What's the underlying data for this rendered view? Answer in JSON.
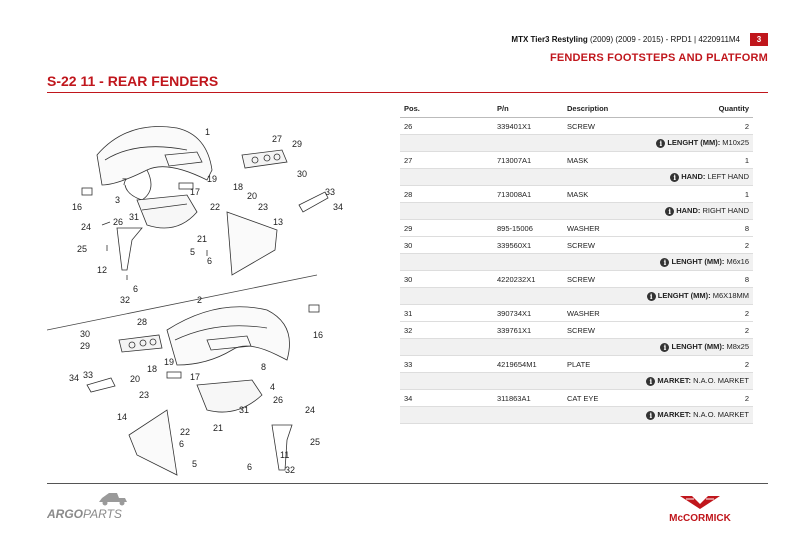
{
  "header": {
    "model_bold": "MTX Tier3 Restyling",
    "model_rest": "(2009) (2009 - 2015)  - RPD1 |  4220911M4",
    "page_number": "3",
    "section_title": "FENDERS FOOTSTEPS AND PLATFORM",
    "group_title": "S-22 11 -  REAR FENDERS"
  },
  "table": {
    "headers": {
      "pos": "Pos.",
      "pn": "P/n",
      "desc": "Description",
      "qty": "Quantity"
    },
    "rows": [
      {
        "pos": "26",
        "pn": "339401X1",
        "desc": "SCREW",
        "qty": "2",
        "note_label": "LENGHT (MM):",
        "note_value": " M10x25"
      },
      {
        "pos": "27",
        "pn": "713007A1",
        "desc": "MASK",
        "qty": "1",
        "note_label": "HAND:",
        "note_value": " LEFT HAND"
      },
      {
        "pos": "28",
        "pn": "713008A1",
        "desc": "MASK",
        "qty": "1",
        "note_label": "HAND:",
        "note_value": " RIGHT HAND"
      },
      {
        "pos": "29",
        "pn": "895-15006",
        "desc": "WASHER",
        "qty": "8"
      },
      {
        "pos": "30",
        "pn": "339560X1",
        "desc": "SCREW",
        "qty": "2",
        "note_label": "LENGHT (MM):",
        "note_value": " M6x16"
      },
      {
        "pos": "30",
        "pn": "4220232X1",
        "desc": "SCREW",
        "qty": "8",
        "note_label": "LENGHT (MM):",
        "note_value": " M6X18MM"
      },
      {
        "pos": "31",
        "pn": "390734X1",
        "desc": "WASHER",
        "qty": "2"
      },
      {
        "pos": "32",
        "pn": "339761X1",
        "desc": "SCREW",
        "qty": "2",
        "note_label": "LENGHT (MM):",
        "note_value": " M8x25"
      },
      {
        "pos": "33",
        "pn": "4219654M1",
        "desc": "PLATE",
        "qty": "2",
        "note_label": "MARKET:",
        "note_value": " N.A.O. MARKET"
      },
      {
        "pos": "34",
        "pn": "311863A1",
        "desc": "CAT EYE",
        "qty": "2",
        "note_label": "MARKET:",
        "note_value": " N.A.O. MARKET"
      }
    ]
  },
  "diagram": {
    "callouts": [
      "1",
      "27",
      "29",
      "30",
      "7",
      "19",
      "18",
      "17",
      "20",
      "23",
      "3",
      "16",
      "33",
      "34",
      "22",
      "24",
      "26",
      "31",
      "13",
      "25",
      "21",
      "5",
      "6",
      "12",
      "6",
      "32",
      "2",
      "30",
      "29",
      "28",
      "16",
      "19",
      "18",
      "17",
      "8",
      "20",
      "33",
      "34",
      "4",
      "23",
      "14",
      "22",
      "21",
      "31",
      "26",
      "24",
      "25",
      "6",
      "5",
      "11",
      "6",
      "32"
    ]
  },
  "footer": {
    "argo_brand": "ARGO",
    "argo_sub": "PARTS",
    "mccormick": "McCORMICK"
  },
  "colors": {
    "accent": "#c0161c",
    "note_bg": "#f1f1f1"
  }
}
